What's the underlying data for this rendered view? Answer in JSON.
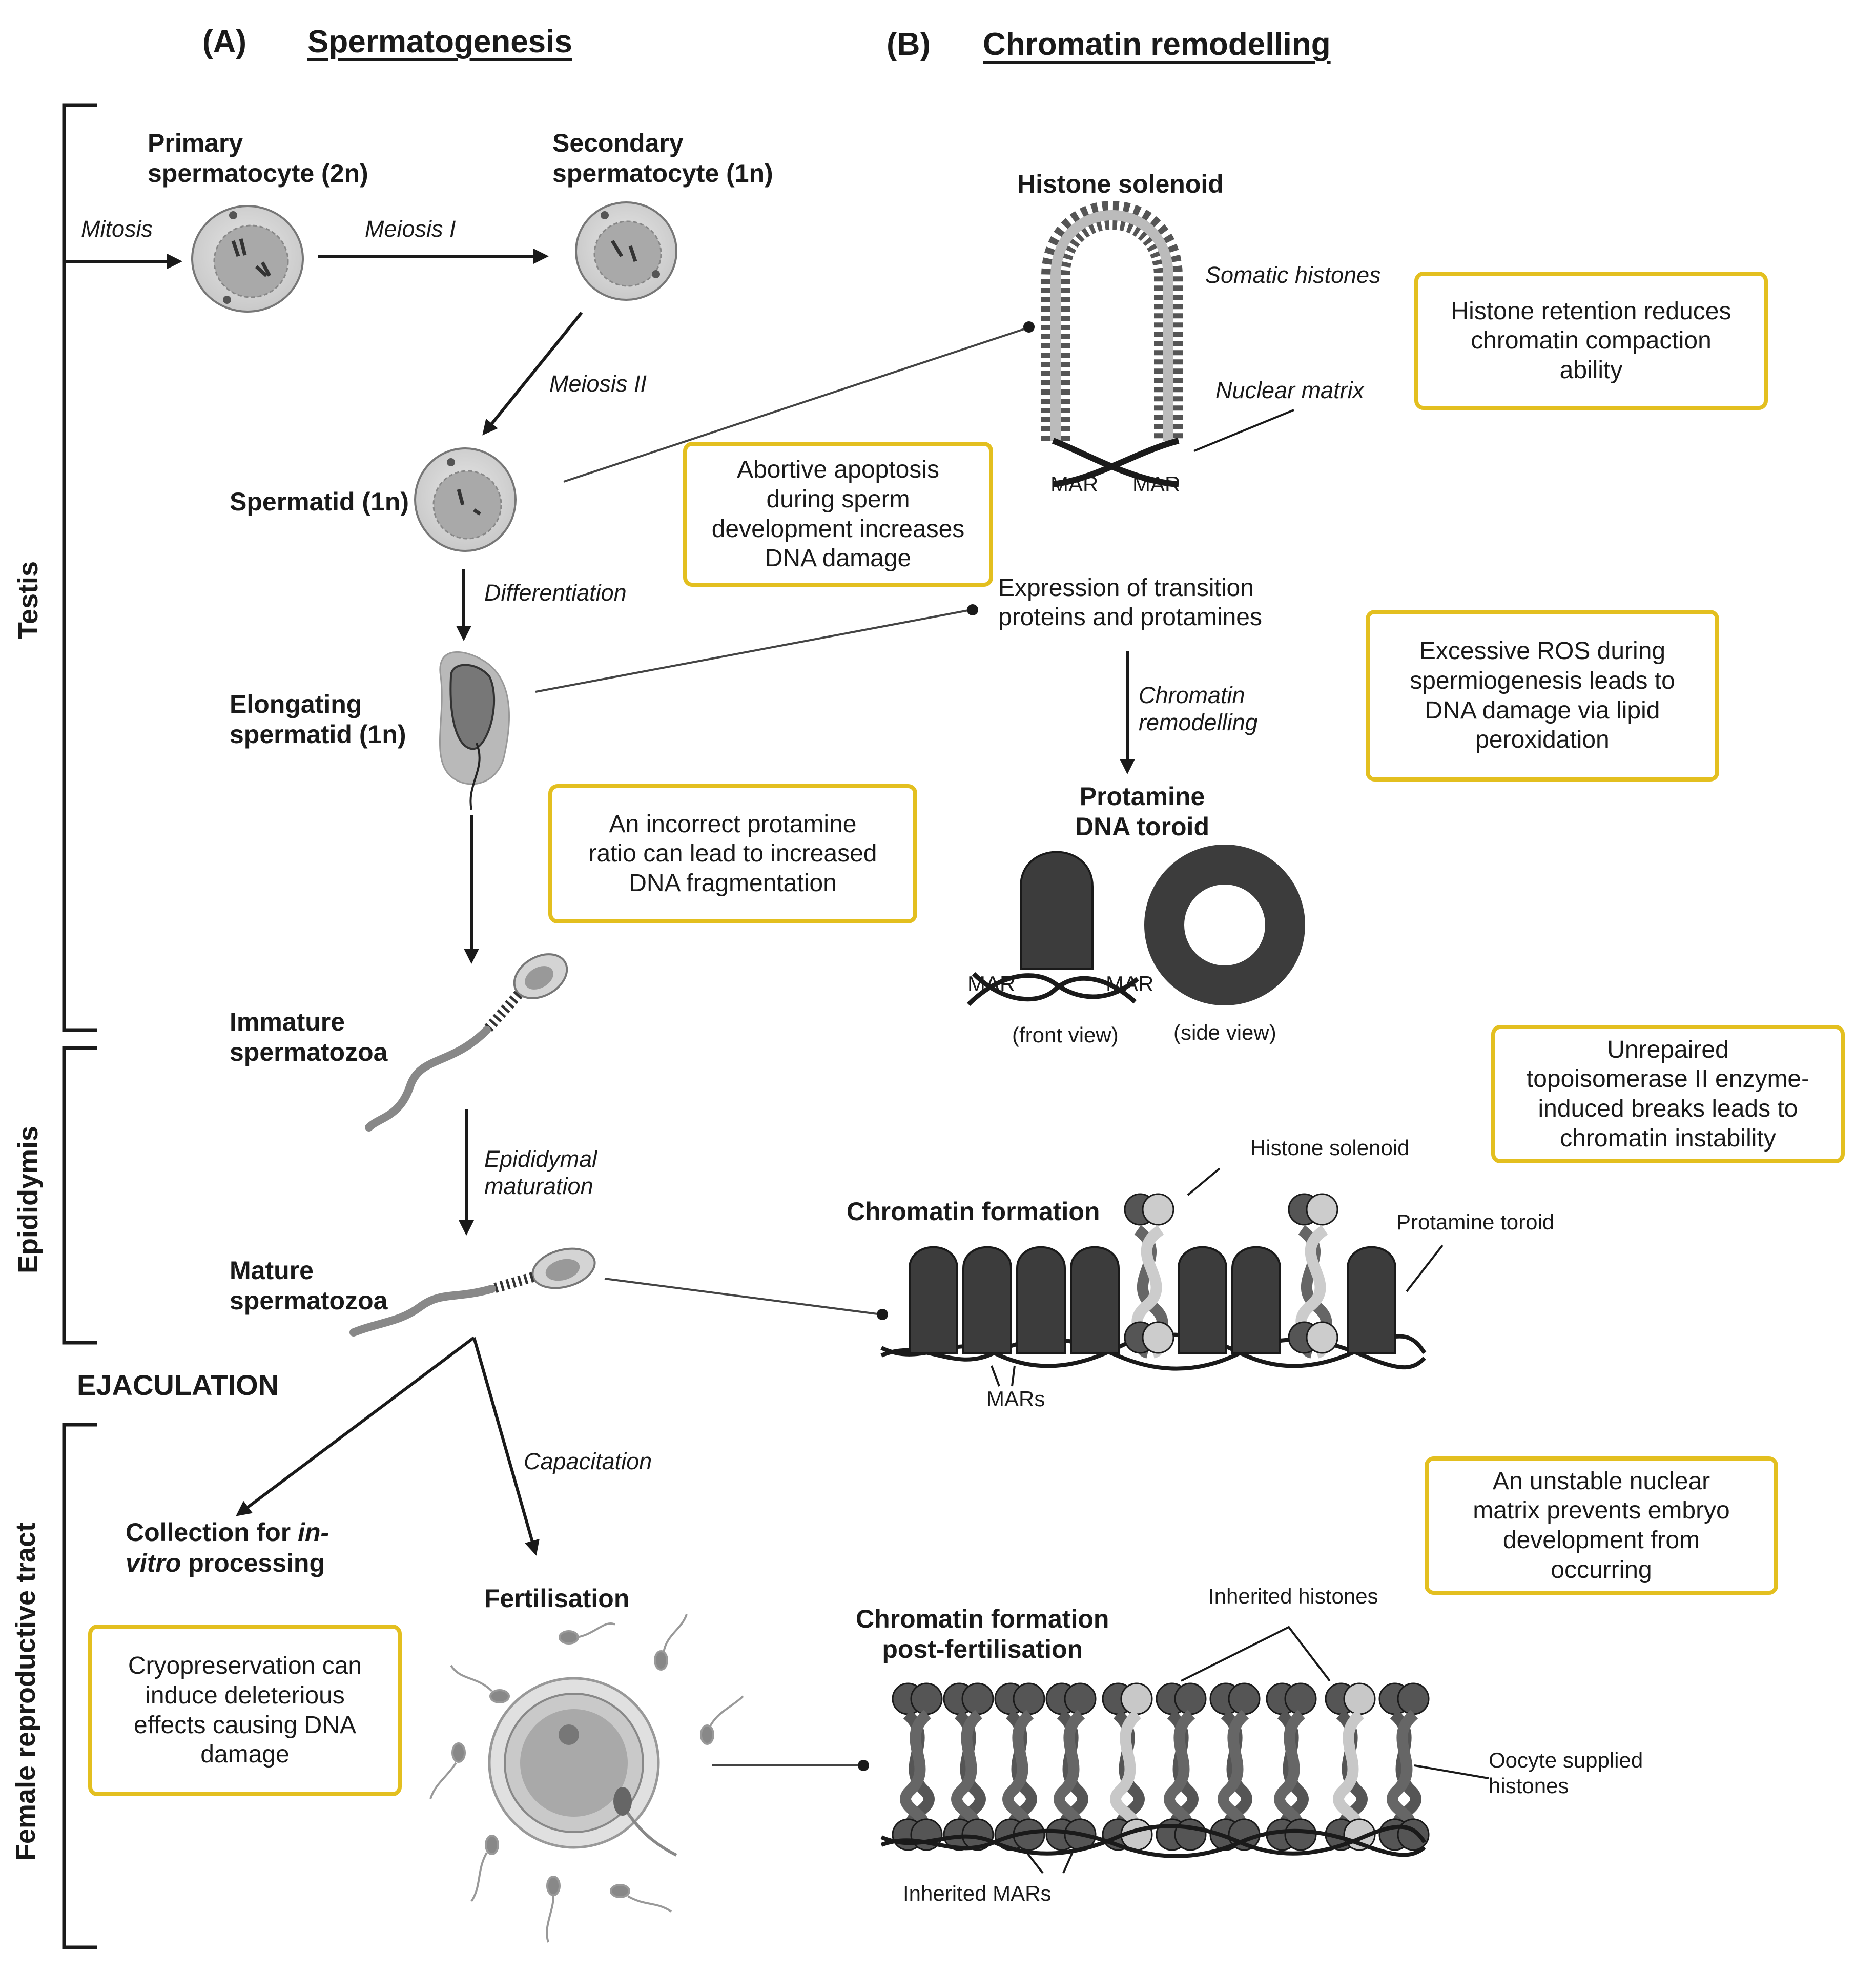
{
  "panels": {
    "a_letter": "(A)",
    "a_title": "Spermatogenesis",
    "b_letter": "(B)",
    "b_title": "Chromatin remodelling"
  },
  "regions": {
    "testis": "Testis",
    "epididymis": "Epididymis",
    "female": "Female reproductive tract"
  },
  "cells": {
    "primary": "Primary\nspermatocyte (2n)",
    "secondary": "Secondary\nspermatocyte (1n)",
    "spermatid": "Spermatid (1n)",
    "elongating": "Elongating\nspermatid (1n)",
    "immature": "Immature\nspermatozoa",
    "mature": "Mature\nspermatozoa",
    "collection_a": "Collection for ",
    "collection_b": "in-",
    "collection_c": "vitro",
    "collection_d": " processing",
    "fertilisation": "Fertilisation"
  },
  "steps": {
    "mitosis": "Mitosis",
    "meiosis1": "Meiosis I",
    "meiosis2": "Meiosis II",
    "differentiation": "Differentiation",
    "epididymal": "Epididymal\nmaturation",
    "capacitation": "Capacitation",
    "ejaculation": "EJACULATION",
    "chromatin_remodelling": "Chromatin\nremodelling"
  },
  "chromatin": {
    "histone_solenoid_title": "Histone solenoid",
    "somatic_histones": "Somatic histones",
    "nuclear_matrix": "Nuclear matrix",
    "mar": "MAR",
    "expression": "Expression of transition\nproteins and protamines",
    "toroid_title": "Protamine\nDNA toroid",
    "front_view": "(front view)",
    "side_view": "(side view)",
    "formation_title": "Chromatin formation",
    "histone_solenoid_lbl": "Histone solenoid",
    "protamine_toroid_lbl": "Protamine toroid",
    "mars": "MARs",
    "post_title": "Chromatin formation\npost-fertilisation",
    "inherited_histones": "Inherited histones",
    "oocyte_histones": "Oocyte supplied\nhistones",
    "inherited_mars": "Inherited MARs"
  },
  "callouts": {
    "c1": "Histone retention reduces\nchromatin compaction\nability",
    "c2": "Abortive apoptosis\nduring sperm\ndevelopment increases\nDNA damage",
    "c3": "Excessive ROS during\nspermiogenesis leads to\nDNA damage via lipid\nperoxidation",
    "c4": "An incorrect protamine\nratio can lead to increased\nDNA fragmentation",
    "c5": "Unrepaired\ntopoisomerase II enzyme-\ninduced breaks leads to\nchromatin instability",
    "c6": "An unstable nuclear\nmatrix prevents embryo\ndevelopment from\noccurring",
    "c7": "Cryopreservation can\ninduce deleterious\neffects causing DNA\ndamage"
  },
  "colors": {
    "callout_border": "#e3bf1f",
    "dark_fiber": "#3c3c3c",
    "light_fiber": "#c8c8c8"
  }
}
